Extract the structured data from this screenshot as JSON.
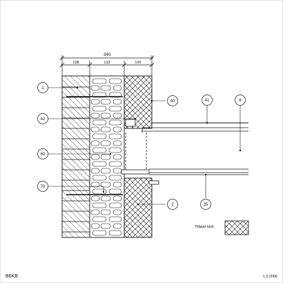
{
  "sheet": {
    "code": "B6KB",
    "date": "1.3.2006"
  },
  "dimensions": {
    "overall": "340",
    "segments": [
      "108",
      "132",
      "100"
    ]
  },
  "callouts": [
    {
      "label": "1"
    },
    {
      "label": "40"
    },
    {
      "label": "41"
    },
    {
      "label": "8"
    },
    {
      "label": "62"
    },
    {
      "label": "60"
    },
    {
      "label": "70"
    },
    {
      "label": "2"
    },
    {
      "label": "35"
    }
  ],
  "legend": {
    "label": "Tilføjet blok"
  },
  "colors": {
    "line": "#111111",
    "background": "#ffffff"
  }
}
